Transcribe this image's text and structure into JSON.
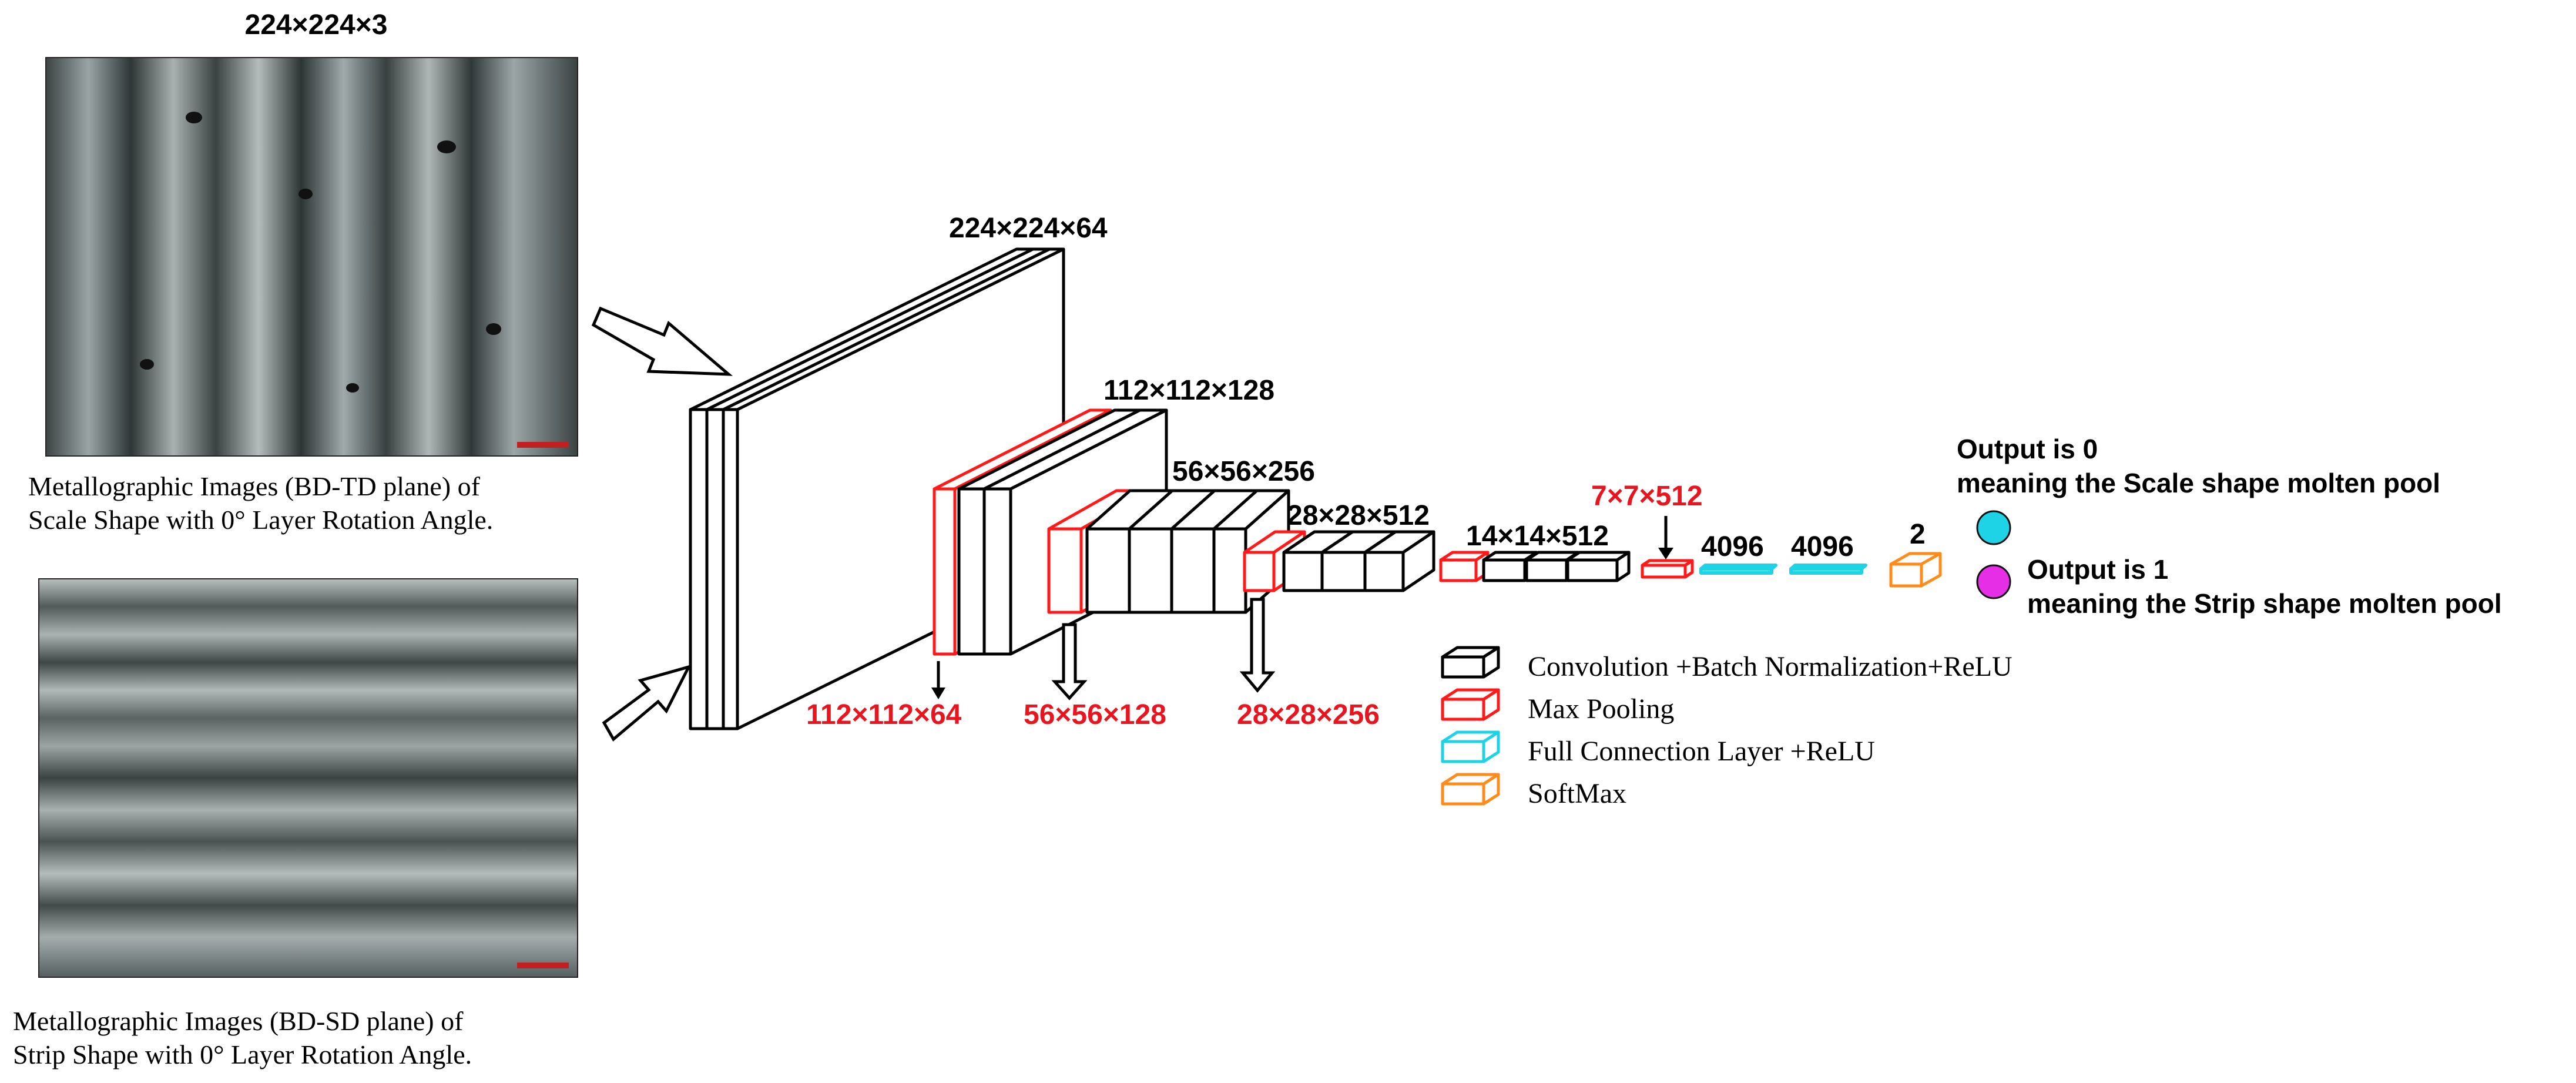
{
  "inputs": {
    "size_label": "224×224×3",
    "top_caption_line1": "Metallographic Images (BD-TD plane) of",
    "top_caption_line2": "Scale  Shape with 0°  Layer Rotation Angle.",
    "bottom_caption_line1": "Metallographic Images (BD-SD plane) of",
    "bottom_caption_line2": "Strip Shape with 0°  Layer Rotation Angle."
  },
  "layers": {
    "conv1": "224×224×64",
    "conv2": "112×112×128",
    "conv3": "56×56×256",
    "conv4": "28×28×512",
    "conv5": "14×14×512",
    "pool1": "112×112×64",
    "pool2": "56×56×128",
    "pool3": "28×28×256",
    "pool5": "7×7×512",
    "fc1": "4096",
    "fc2": "4096",
    "softmax": "2"
  },
  "outputs": {
    "out0_line1": "Output is 0",
    "out0_line2": "meaning the Scale shape molten pool",
    "out1_line1": "Output is 1",
    "out1_line2": "meaning the Strip shape molten pool"
  },
  "legend": {
    "conv": "Convolution +Batch Normalization+ReLU",
    "pool": "Max  Pooling",
    "fc": "Full Connection Layer +ReLU",
    "softmax": "SoftMax"
  },
  "colors": {
    "conv": "#000000",
    "pool": "#ff1a1a",
    "fc": "#1ed3e6",
    "softmax": "#ff8c1a",
    "output0": "#1ed3e6",
    "output1": "#e62ee6",
    "pool_label": "#e8141e"
  }
}
